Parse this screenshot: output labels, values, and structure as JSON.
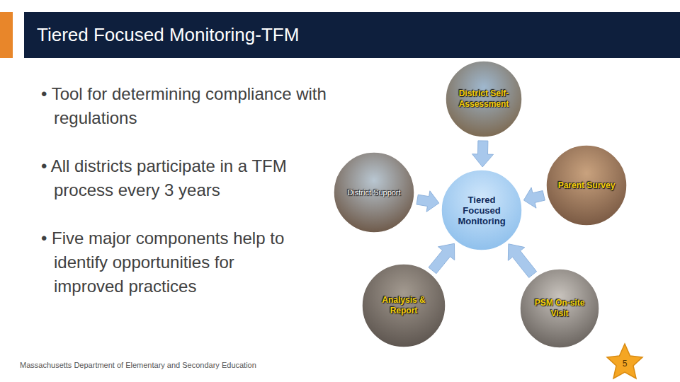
{
  "diagram": {
    "title": "Tiered Focused Monitoring-TFM",
    "nodes": [
      {
        "text": [
          "District Self-Assessment"
        ]
      },
      {
        "text": [
          "District Support"
        ]
      },
      {
        "text": [
          "Tiered Focused Monitoring"
        ]
      },
      {
        "text": [
          "Parent Survey"
        ]
      },
      {
        "text": [
          "Analysis & Report"
        ]
      },
      {
        "text": [
          "PSM On-site Visit"
        ]
      }
    ],
    "edges": [
      {
        "from": 0,
        "to": 2,
        "arrow": "to"
      },
      {
        "from": 1,
        "to": 2,
        "arrow": "to"
      },
      {
        "from": 3,
        "to": 2,
        "arrow": "to"
      },
      {
        "from": 4,
        "to": 2,
        "arrow": "to"
      },
      {
        "from": 5,
        "to": 2,
        "arrow": "to"
      }
    ],
    "labels": [
      "• Tool for determining compliance with regulations",
      "• All districts participate in a TFM process every 3 years",
      "• Five major components help to identify opportunities for improved practices",
      "Massachusetts Department of Elementary and Secondary Education",
      "5"
    ]
  }
}
